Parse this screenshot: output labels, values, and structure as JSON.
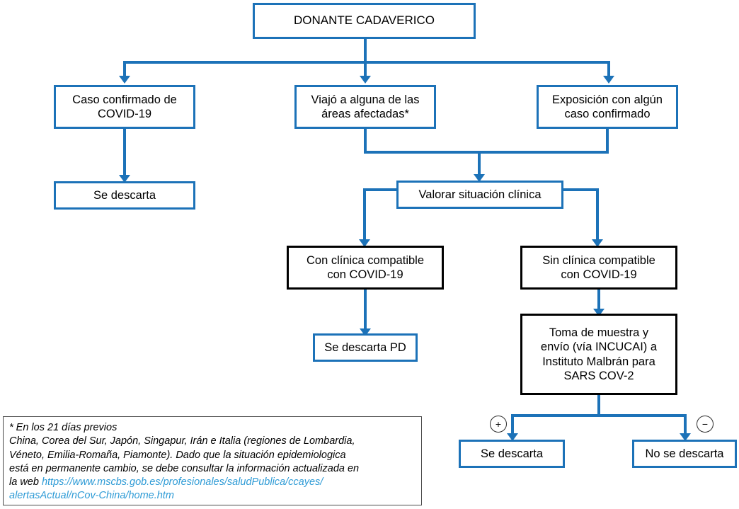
{
  "diagram": {
    "title": "DONANTE CADAVERICO",
    "nodes": {
      "root": "DONANTE CADAVERICO",
      "caso_confirmado": "Caso confirmado de\nCOVID-19",
      "viajo": "Viajó a alguna de las\náreas afectadas*",
      "exposicion": "Exposición con algún\ncaso confirmado",
      "se_descarta_1": "Se descarta",
      "valorar": "Valorar situación clínica",
      "con_clinica": "Con clínica compatible\ncon COVID-19",
      "sin_clinica": "Sin clínica compatible\ncon COVID-19",
      "se_descarta_pd": "Se descarta PD",
      "toma_muestra": "Toma de muestra y\nenvío (vía INCUCAI) a\nInstituto Malbrán para\nSARS COV-2",
      "se_descarta_2": "Se descarta",
      "no_se_descarta": "No se descarta"
    },
    "edge_labels": {
      "positive": "+",
      "negative": "−"
    },
    "colors": {
      "flow_blue": "#1C72B8",
      "node_black": "#000000",
      "link_blue": "#2E9BD6",
      "footnote_border": "#4A4A4A",
      "background": "#FFFFFF"
    }
  },
  "footnote": {
    "line1": "* En los 21 días previos",
    "line2": "China, Corea del Sur, Japón, Singapur, Irán e Italia (regiones de Lombardia,",
    "line3": "Véneto, Emilia-Romaña, Piamonte). Dado que la situación epidemiologica",
    "line4": "está en permanente cambio, se debe consultar la información actualizada en",
    "line5_prefix": "la web ",
    "link_part1": "https://www.mscbs.gob.es/profesionales/saludPublica/ccayes/",
    "link_part2": "alertasActual/nCov-China/home.htm"
  }
}
